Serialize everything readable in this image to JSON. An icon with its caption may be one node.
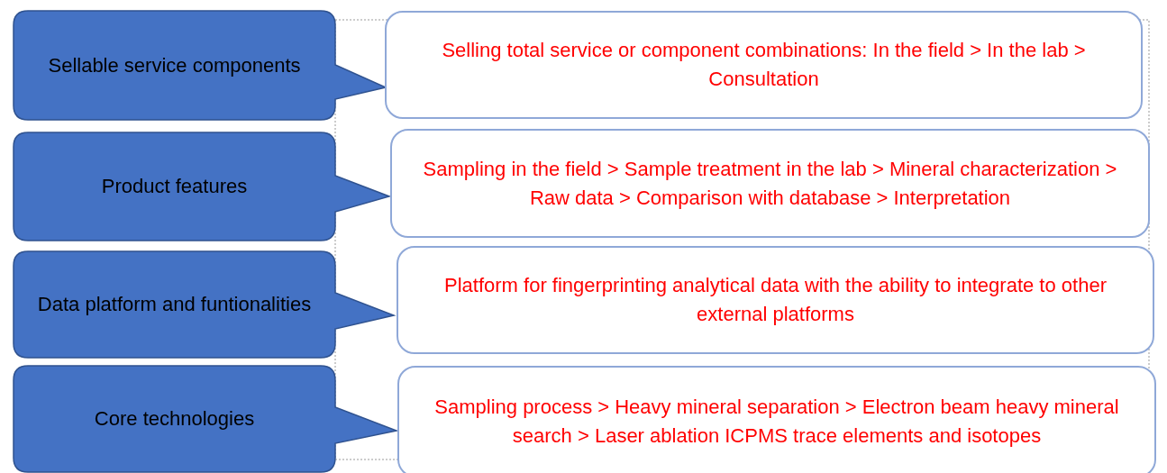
{
  "diagram": {
    "nodes": [
      {
        "text": [
          "Sellable service components"
        ]
      },
      {
        "text": [
          "Selling total service or component combinations: In the field >  In the lab > Consultation"
        ]
      },
      {
        "text": [
          "Product features"
        ]
      },
      {
        "text": [
          "Sampling in the field > Sample treatment in the lab > Mineral characterization >  Raw data > Comparison with database > Interpretation"
        ]
      },
      {
        "text": [
          "Data platform and funtionalities"
        ]
      },
      {
        "text": [
          "Platform for fingerprinting analytical data with the ability to integrate to other external platforms"
        ]
      },
      {
        "text": [
          "Core technologies"
        ]
      },
      {
        "text": [
          "Sampling process > Heavy mineral separation > Electron  beam heavy mineral search > Laser ablation ICPMS trace elements and isotopes"
        ]
      }
    ]
  }
}
